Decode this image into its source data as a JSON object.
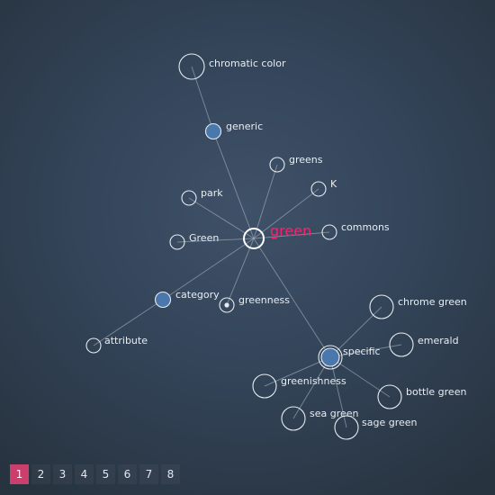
{
  "graph": {
    "center": "green",
    "nodes": [
      {
        "id": "green",
        "label": "green",
        "kind": "center"
      },
      {
        "id": "chromatic-color",
        "label": "chromatic color",
        "kind": "empty"
      },
      {
        "id": "generic",
        "label": "generic",
        "kind": "filled"
      },
      {
        "id": "greens",
        "label": "greens",
        "kind": "empty"
      },
      {
        "id": "k",
        "label": "K",
        "kind": "empty"
      },
      {
        "id": "park",
        "label": "park",
        "kind": "empty"
      },
      {
        "id": "green-cap",
        "label": "Green",
        "kind": "empty"
      },
      {
        "id": "commons",
        "label": "commons",
        "kind": "empty"
      },
      {
        "id": "category",
        "label": "category",
        "kind": "filled"
      },
      {
        "id": "greenness",
        "label": "greenness",
        "kind": "dot"
      },
      {
        "id": "attribute",
        "label": "attribute",
        "kind": "empty"
      },
      {
        "id": "specific",
        "label": "specific",
        "kind": "filled-ring"
      },
      {
        "id": "chrome-green",
        "label": "chrome green",
        "kind": "empty"
      },
      {
        "id": "emerald",
        "label": "emerald",
        "kind": "empty"
      },
      {
        "id": "greenishness",
        "label": "greenishness",
        "kind": "empty"
      },
      {
        "id": "bottle-green",
        "label": "bottle green",
        "kind": "empty"
      },
      {
        "id": "sea-green",
        "label": "sea green",
        "kind": "empty"
      },
      {
        "id": "sage-green",
        "label": "sage green",
        "kind": "empty"
      }
    ],
    "edges": [
      [
        "chromatic-color",
        "generic"
      ],
      [
        "generic",
        "green"
      ],
      [
        "greens",
        "green"
      ],
      [
        "k",
        "green"
      ],
      [
        "park",
        "green"
      ],
      [
        "green-cap",
        "green"
      ],
      [
        "commons",
        "green"
      ],
      [
        "category",
        "green"
      ],
      [
        "greenness",
        "green"
      ],
      [
        "attribute",
        "category"
      ],
      [
        "specific",
        "green"
      ],
      [
        "chrome-green",
        "specific"
      ],
      [
        "emerald",
        "specific"
      ],
      [
        "greenishness",
        "specific"
      ],
      [
        "bottle-green",
        "specific"
      ],
      [
        "sea-green",
        "specific"
      ],
      [
        "sage-green",
        "specific"
      ]
    ]
  },
  "pagination": {
    "pages": [
      "1",
      "2",
      "3",
      "4",
      "5",
      "6",
      "7",
      "8"
    ],
    "current": "1"
  }
}
